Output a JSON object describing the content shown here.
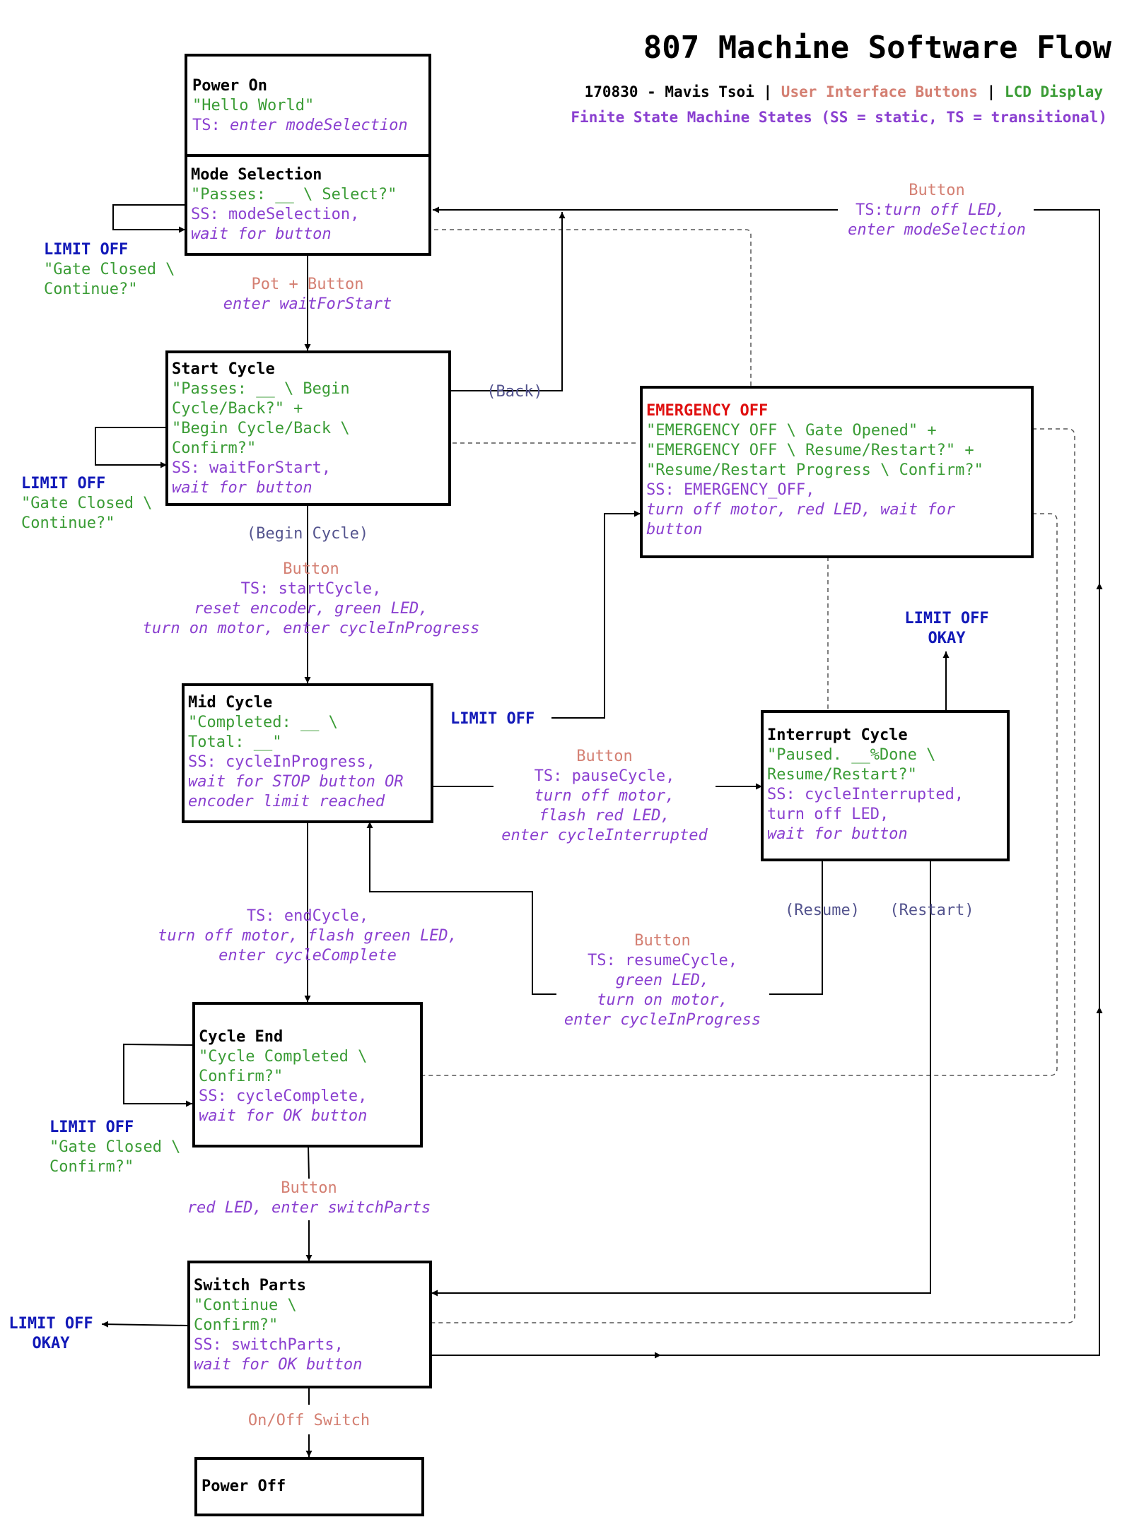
{
  "title": "807 Machine Software Flow",
  "legend": {
    "author": "170830 - Mavis Tsoi |",
    "buttons": "User Interface Buttons",
    "sep": "|",
    "lcd": "LCD Display",
    "states": "Finite State Machine States (SS = static, TS = transitional)"
  },
  "colors": {
    "lcd": "#3a9c35",
    "state": "#8a3fd0",
    "button": "#d47f72",
    "limit": "#1219b8",
    "emergency": "#e01010"
  },
  "states": {
    "power_on": {
      "name": "Power On",
      "lcd": "\"Hello World\"",
      "ts_prefix": "TS:",
      "ts_action": " enter modeSelection"
    },
    "mode_selection": {
      "name": "Mode Selection",
      "lcd": "\"Passes: __ \\ Select?\"",
      "ss": "SS: modeSelection,",
      "wait": "wait for button"
    },
    "start_cycle": {
      "name": "Start Cycle",
      "lcd1": "\"Passes: __ \\ Begin",
      "lcd2": "Cycle/Back?\" +",
      "lcd3": "\"Begin Cycle/Back \\",
      "lcd4": "Confirm?\"",
      "ss": "SS: waitForStart,",
      "wait": "wait for button"
    },
    "mid_cycle": {
      "name": "Mid Cycle",
      "lcd1": "\"Completed: __ \\",
      "lcd2": "Total: __\"",
      "ss": "SS: cycleInProgress,",
      "wait1": "wait for STOP button OR",
      "wait2": "encoder limit reached"
    },
    "emergency_off": {
      "name": "EMERGENCY OFF",
      "lcd1": "\"EMERGENCY OFF \\ Gate Opened\" +",
      "lcd2": "\"EMERGENCY OFF \\ Resume/Restart?\" +",
      "lcd3": "\"Resume/Restart Progress \\ Confirm?\"",
      "ss": "SS: EMERGENCY_OFF,",
      "wait1": "turn off motor, red LED, wait for",
      "wait2": "button"
    },
    "interrupt_cycle": {
      "name": "Interrupt Cycle",
      "lcd1": "\"Paused. __%Done \\",
      "lcd2": "Resume/Restart?\"",
      "ss": "SS: cycleInterrupted,",
      "act1": "turn off LED,",
      "act2": "wait for button"
    },
    "cycle_end": {
      "name": "Cycle End",
      "lcd1": "\"Cycle Completed \\",
      "lcd2": "Confirm?\"",
      "ss": "SS: cycleComplete,",
      "wait": "wait for OK button"
    },
    "switch_parts": {
      "name": "Switch Parts",
      "lcd1": "\"Continue \\",
      "lcd2": "Confirm?\"",
      "ss": "SS: switchParts,",
      "wait": "wait for OK button"
    },
    "power_off": {
      "name": "Power Off"
    }
  },
  "transitions": {
    "pot_button": {
      "button": "Pot + Button",
      "action": "enter waitForStart"
    },
    "back": {
      "label": "(Back)"
    },
    "begin_cycle": {
      "label": "(Begin Cycle)",
      "button": "Button",
      "ts": "TS: startCycle,",
      "a1": "reset encoder, green LED,",
      "a2": "turn on motor, enter cycleInProgress"
    },
    "pause": {
      "button": "Button",
      "ts": "TS: pauseCycle,",
      "a1": "turn off motor,",
      "a2": "flash red LED,",
      "a3": "enter cycleInterrupted"
    },
    "end_cycle": {
      "ts": "TS: endCycle,",
      "a1": "turn off motor, flash green LED,",
      "a2": "enter cycleComplete"
    },
    "resume": {
      "label": "(Resume)",
      "button": "Button",
      "ts": "TS: resumeCycle,",
      "a1": "green LED,",
      "a2": "turn on motor,",
      "a3": "enter cycleInProgress"
    },
    "restart": {
      "label": "(Restart)"
    },
    "to_mode": {
      "button": "Button",
      "ts": "TS:",
      "a1": "turn off LED,",
      "a2": "enter modeSelection"
    },
    "switch": {
      "button": "Button",
      "a1": "red LED, enter switchParts"
    },
    "power": {
      "button": "On/Off Switch"
    }
  },
  "limits": {
    "mode": {
      "label": "LIMIT OFF",
      "lcd1": "\"Gate Closed \\",
      "lcd2": "Continue?\""
    },
    "start": {
      "label": "LIMIT OFF",
      "lcd1": "\"Gate Closed \\",
      "lcd2": "Continue?\""
    },
    "mid": {
      "label": "LIMIT OFF"
    },
    "interrupt": {
      "label1": "LIMIT OFF",
      "label2": "OKAY"
    },
    "cycle_end": {
      "label": "LIMIT OFF",
      "lcd1": "\"Gate Closed \\",
      "lcd2": "Confirm?\""
    },
    "switch": {
      "label1": "LIMIT OFF",
      "label2": "OKAY"
    }
  }
}
